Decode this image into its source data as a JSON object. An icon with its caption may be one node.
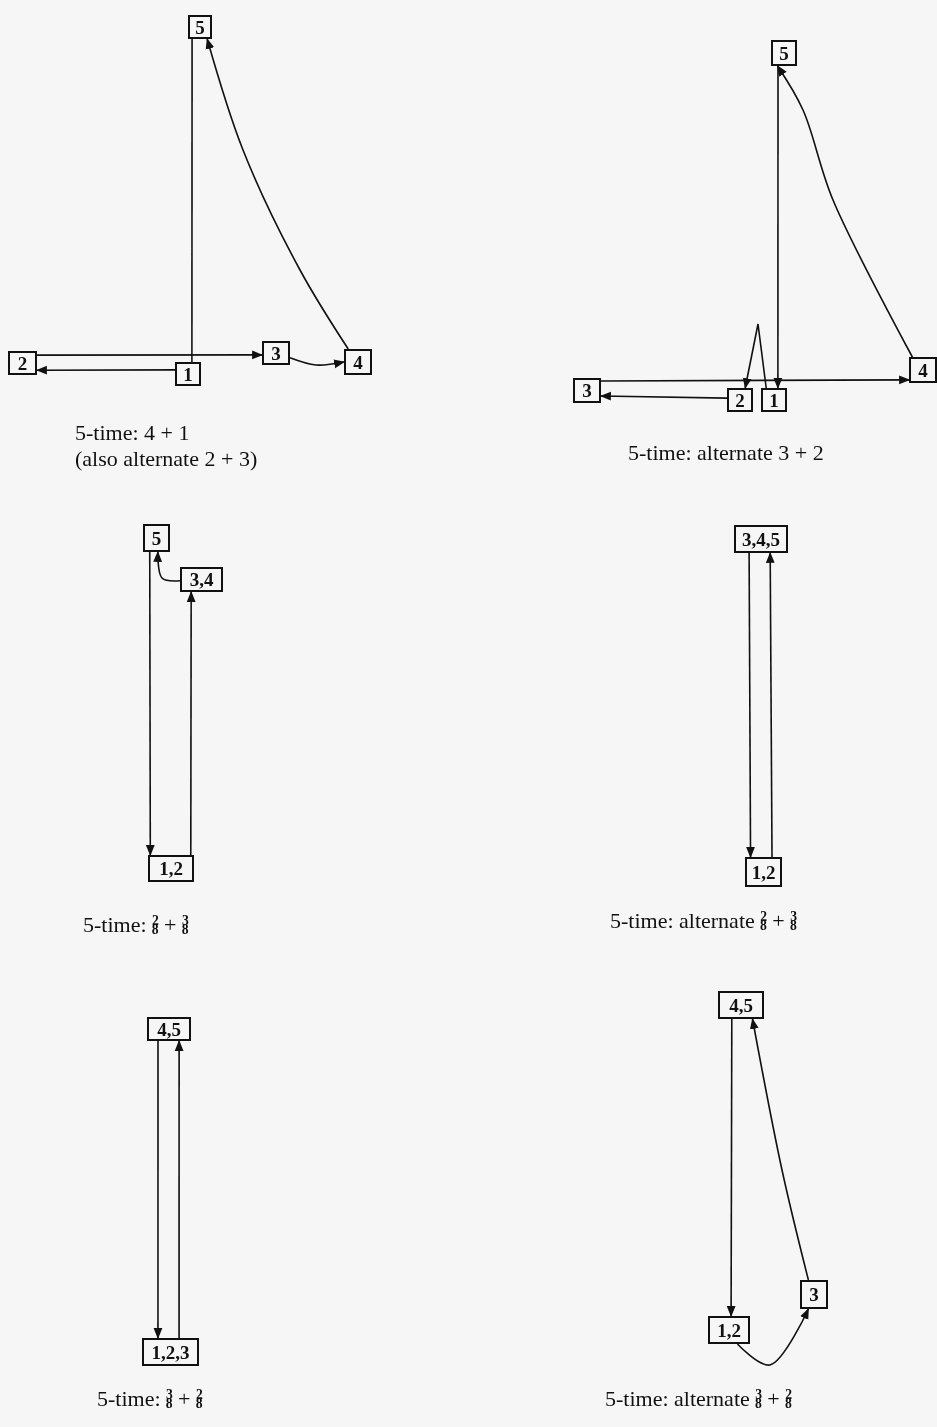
{
  "diagram": {
    "nodes": [
      {
        "text": [
          "5"
        ]
      },
      {
        "text": [
          "2"
        ]
      },
      {
        "text": [
          "1"
        ]
      },
      {
        "text": [
          "3"
        ]
      },
      {
        "text": [
          "4"
        ]
      },
      {
        "text": [
          "5"
        ]
      },
      {
        "text": [
          "3"
        ]
      },
      {
        "text": [
          "2"
        ]
      },
      {
        "text": [
          "1"
        ]
      },
      {
        "text": [
          "4"
        ]
      },
      {
        "text": [
          "5"
        ]
      },
      {
        "text": [
          "3,4"
        ]
      },
      {
        "text": [
          "1,2"
        ]
      },
      {
        "text": [
          "3,4,5"
        ]
      },
      {
        "text": [
          "1,2"
        ]
      },
      {
        "text": [
          "4,5"
        ]
      },
      {
        "text": [
          "1,2,3"
        ]
      },
      {
        "text": [
          "4,5"
        ]
      },
      {
        "text": [
          "1,2"
        ]
      },
      {
        "text": [
          "3"
        ]
      }
    ],
    "edges": [
      {
        "from": 0,
        "to": 2,
        "arrow": "none"
      },
      {
        "from": 2,
        "to": 1,
        "arrow": "to"
      },
      {
        "from": 1,
        "to": 3,
        "arrow": "to"
      },
      {
        "from": 3,
        "to": 4,
        "arrow": "to"
      },
      {
        "from": 4,
        "to": 0,
        "arrow": "to"
      },
      {
        "from": 5,
        "to": 8,
        "arrow": "to"
      },
      {
        "from": 8,
        "to": 7,
        "arrow": "to"
      },
      {
        "from": 7,
        "to": 6,
        "arrow": "to"
      },
      {
        "from": 6,
        "to": 9,
        "arrow": "to"
      },
      {
        "from": 9,
        "to": 5,
        "arrow": "to"
      },
      {
        "from": 10,
        "to": 12,
        "arrow": "to"
      },
      {
        "from": 12,
        "to": 11,
        "arrow": "to"
      },
      {
        "from": 11,
        "to": 10,
        "arrow": "to"
      },
      {
        "from": 13,
        "to": 14,
        "arrow": "to"
      },
      {
        "from": 14,
        "to": 13,
        "arrow": "to"
      },
      {
        "from": 15,
        "to": 16,
        "arrow": "to"
      },
      {
        "from": 16,
        "to": 15,
        "arrow": "to"
      },
      {
        "from": 17,
        "to": 18,
        "arrow": "to"
      },
      {
        "from": 18,
        "to": 19,
        "arrow": "to"
      },
      {
        "from": 19,
        "to": 17,
        "arrow": "to"
      }
    ],
    "labels": [
      "5-time: 4 + 1",
      "(also alternate 2 + 3)",
      "5-time: alternate 3 + 2",
      "5-time: $^{2}$$_{8}$ + $^{3}$$_{8}$",
      "5-time: alternate $^{2}$$_{8}$ + $^{3}$$_{8}$",
      "5-time: $^{3}$$_{8}$ + $^{2}$$_{8}$",
      "5-time: alternate $^{3}$$_{8}$ + $^{2}$$_{8}$"
    ]
  }
}
